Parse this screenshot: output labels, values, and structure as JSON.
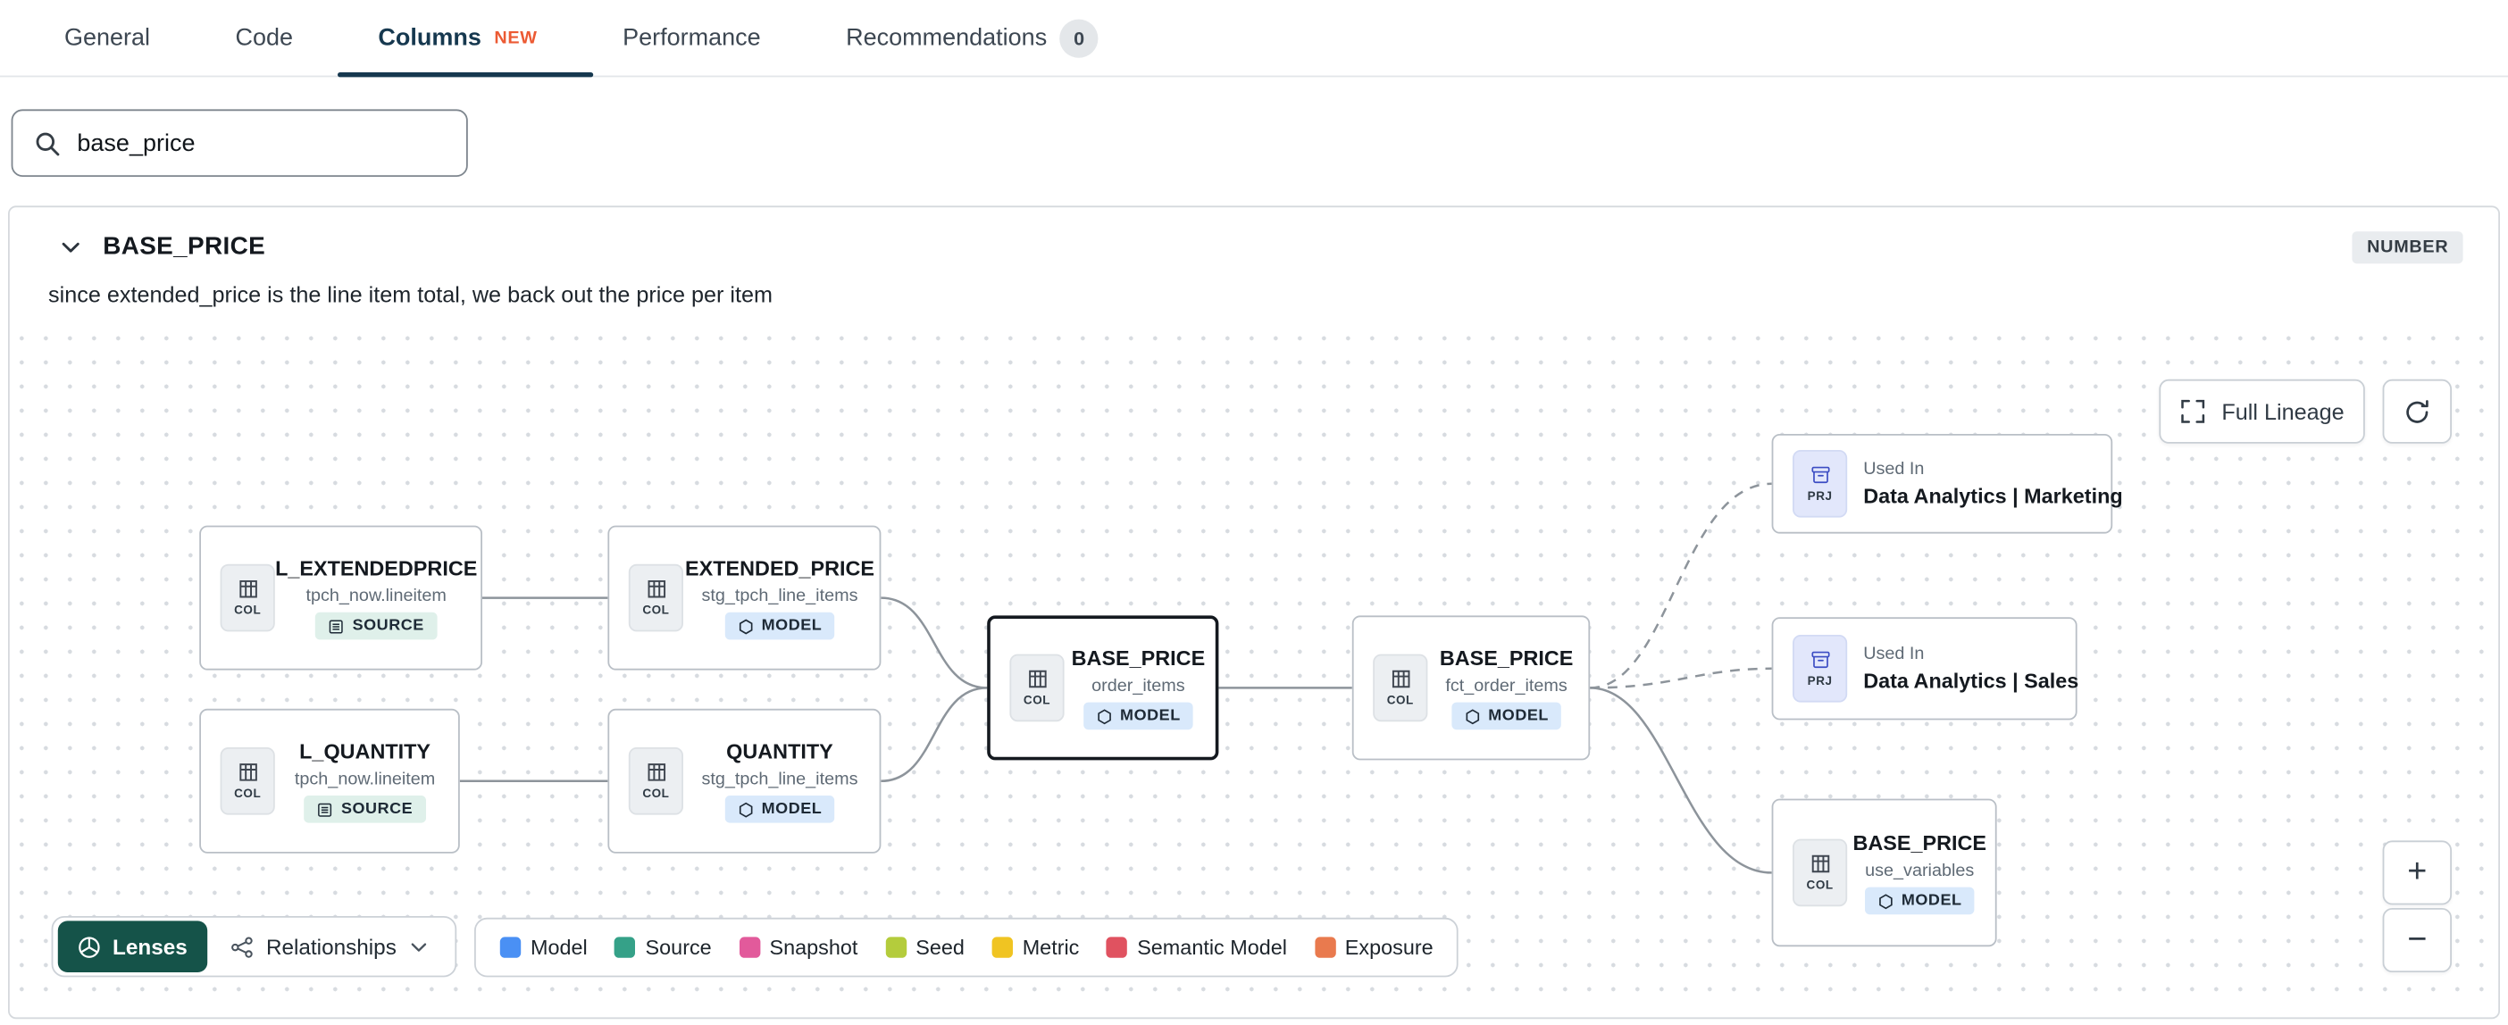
{
  "tabs": {
    "items": [
      {
        "label": "General"
      },
      {
        "label": "Code"
      },
      {
        "label": "Columns",
        "badge": "NEW"
      },
      {
        "label": "Performance"
      },
      {
        "label": "Recommendations",
        "badge": "0"
      }
    ]
  },
  "search": {
    "value": "base_price"
  },
  "column_panel": {
    "name": "BASE_PRICE",
    "data_type": "NUMBER",
    "description": "since extended_price is the line item total, we back out the price per item"
  },
  "lineage": {
    "controls": {
      "full_lineage_label": "Full Lineage",
      "zoom_in_label": "+",
      "zoom_out_label": "−"
    },
    "toolbar": {
      "lenses_label": "Lenses",
      "relationships_label": "Relationships"
    },
    "nodes": [
      {
        "title": "L_EXTENDEDPRICE",
        "subtitle": "tpch_now.lineitem",
        "badge": "SOURCE",
        "icon_label": "COL"
      },
      {
        "title": "L_QUANTITY",
        "subtitle": "tpch_now.lineitem",
        "badge": "SOURCE",
        "icon_label": "COL"
      },
      {
        "title": "EXTENDED_PRICE",
        "subtitle": "stg_tpch_line_items",
        "badge": "MODEL",
        "icon_label": "COL"
      },
      {
        "title": "QUANTITY",
        "subtitle": "stg_tpch_line_items",
        "badge": "MODEL",
        "icon_label": "COL"
      },
      {
        "title": "BASE_PRICE",
        "subtitle": "order_items",
        "badge": "MODEL",
        "icon_label": "COL",
        "selected": true
      },
      {
        "title": "BASE_PRICE",
        "subtitle": "fct_order_items",
        "badge": "MODEL",
        "icon_label": "COL"
      },
      {
        "label": "Used In",
        "title": "Data Analytics | Marketing",
        "icon_label": "PRJ"
      },
      {
        "label": "Used In",
        "title": "Data Analytics | Sales",
        "icon_label": "PRJ"
      },
      {
        "title": "BASE_PRICE",
        "subtitle": "use_variables",
        "badge": "MODEL",
        "icon_label": "COL"
      }
    ],
    "edges": [
      {
        "from": "L_EXTENDEDPRICE (tpch_now.lineitem)",
        "to": "EXTENDED_PRICE (stg_tpch_line_items)",
        "style": "solid"
      },
      {
        "from": "L_QUANTITY (tpch_now.lineitem)",
        "to": "QUANTITY (stg_tpch_line_items)",
        "style": "solid"
      },
      {
        "from": "EXTENDED_PRICE (stg_tpch_line_items)",
        "to": "BASE_PRICE (order_items)",
        "style": "solid"
      },
      {
        "from": "QUANTITY (stg_tpch_line_items)",
        "to": "BASE_PRICE (order_items)",
        "style": "solid"
      },
      {
        "from": "BASE_PRICE (order_items)",
        "to": "BASE_PRICE (fct_order_items)",
        "style": "solid"
      },
      {
        "from": "BASE_PRICE (fct_order_items)",
        "to": "Data Analytics | Marketing",
        "style": "dashed"
      },
      {
        "from": "BASE_PRICE (fct_order_items)",
        "to": "Data Analytics | Sales",
        "style": "dashed"
      },
      {
        "from": "BASE_PRICE (fct_order_items)",
        "to": "BASE_PRICE (use_variables)",
        "style": "solid"
      }
    ],
    "legend": [
      {
        "label": "Model",
        "color": "#4a90f4"
      },
      {
        "label": "Source",
        "color": "#35a188"
      },
      {
        "label": "Snapshot",
        "color": "#e25a9b"
      },
      {
        "label": "Seed",
        "color": "#b4cc3c"
      },
      {
        "label": "Metric",
        "color": "#f0c422"
      },
      {
        "label": "Semantic Model",
        "color": "#e05260"
      },
      {
        "label": "Exposure",
        "color": "#e97a4e"
      }
    ]
  }
}
